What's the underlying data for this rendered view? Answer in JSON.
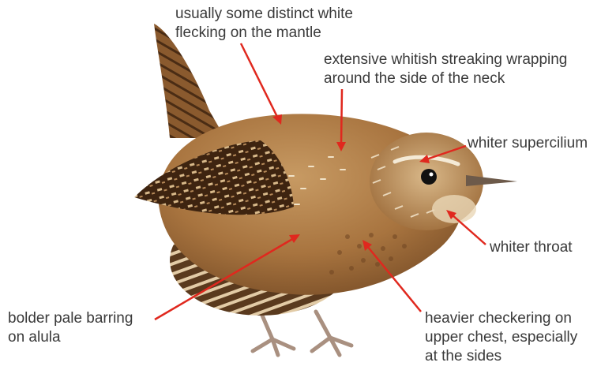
{
  "annotations": [
    {
      "id": "mantle",
      "lines": [
        "usually some distinct white",
        "flecking on the mantle"
      ]
    },
    {
      "id": "neck",
      "lines": [
        "extensive whitish streaking wrapping",
        "around the side of the neck"
      ]
    },
    {
      "id": "supercilium",
      "lines": [
        "whiter supercilium"
      ]
    },
    {
      "id": "throat",
      "lines": [
        "whiter throat"
      ]
    },
    {
      "id": "alula",
      "lines": [
        "bolder pale barring",
        "on alula"
      ]
    },
    {
      "id": "chest",
      "lines": [
        "heavier checkering on",
        "upper chest, especially",
        "at the sides"
      ]
    }
  ],
  "colors": {
    "arrow": "#e0281e",
    "text": "#3a3a3a",
    "plumage_main": "#a8743f",
    "plumage_dark": "#4a2c14",
    "plumage_light": "#d9b889"
  }
}
